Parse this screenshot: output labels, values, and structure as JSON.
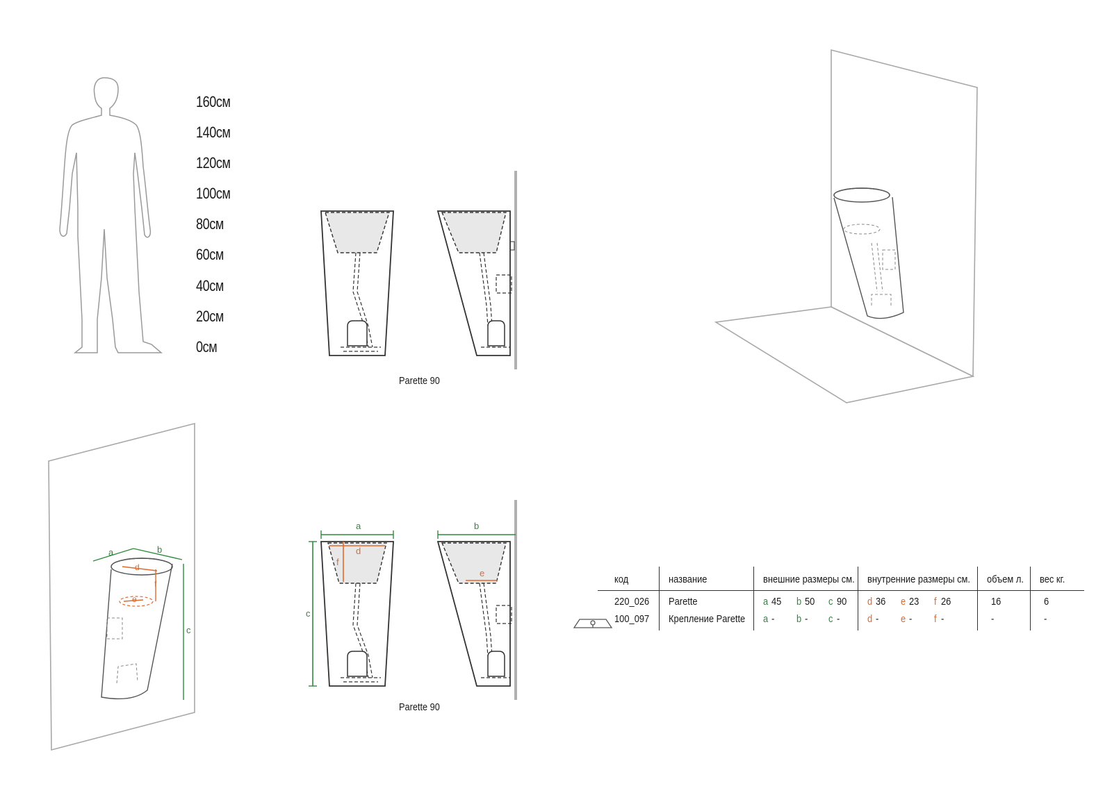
{
  "colors": {
    "outer_dim": "#2e8b3c",
    "inner_dim": "#e06a2c",
    "line": "#333333",
    "wall": "#999999",
    "fill": "#e8e8e8"
  },
  "scale": {
    "labels": [
      "160см",
      "140см",
      "120см",
      "100см",
      "80см",
      "60см",
      "40см",
      "20см",
      "0см"
    ]
  },
  "captions": {
    "top": "Parette 90",
    "bottom": "Parette 90"
  },
  "dim_letters": {
    "a": "a",
    "b": "b",
    "c": "c",
    "d": "d",
    "e": "e",
    "f": "f"
  },
  "spec_table": {
    "headers": {
      "code": "код",
      "name": "название",
      "outer": "внешние размеры см.",
      "inner": "внутренние размеры см.",
      "volume": "объем  л.",
      "weight": "вес кг."
    },
    "rows": [
      {
        "code": "220_026",
        "name": "Parette",
        "a": "45",
        "b": "50",
        "c": "90",
        "d": "36",
        "e": "23",
        "f": "26",
        "volume": "16",
        "weight": "6"
      },
      {
        "code": "100_097",
        "name": "Крепление Parette",
        "a": "-",
        "b": "-",
        "c": "-",
        "d": "-",
        "e": "-",
        "f": "-",
        "volume": "-",
        "weight": "-"
      }
    ]
  }
}
